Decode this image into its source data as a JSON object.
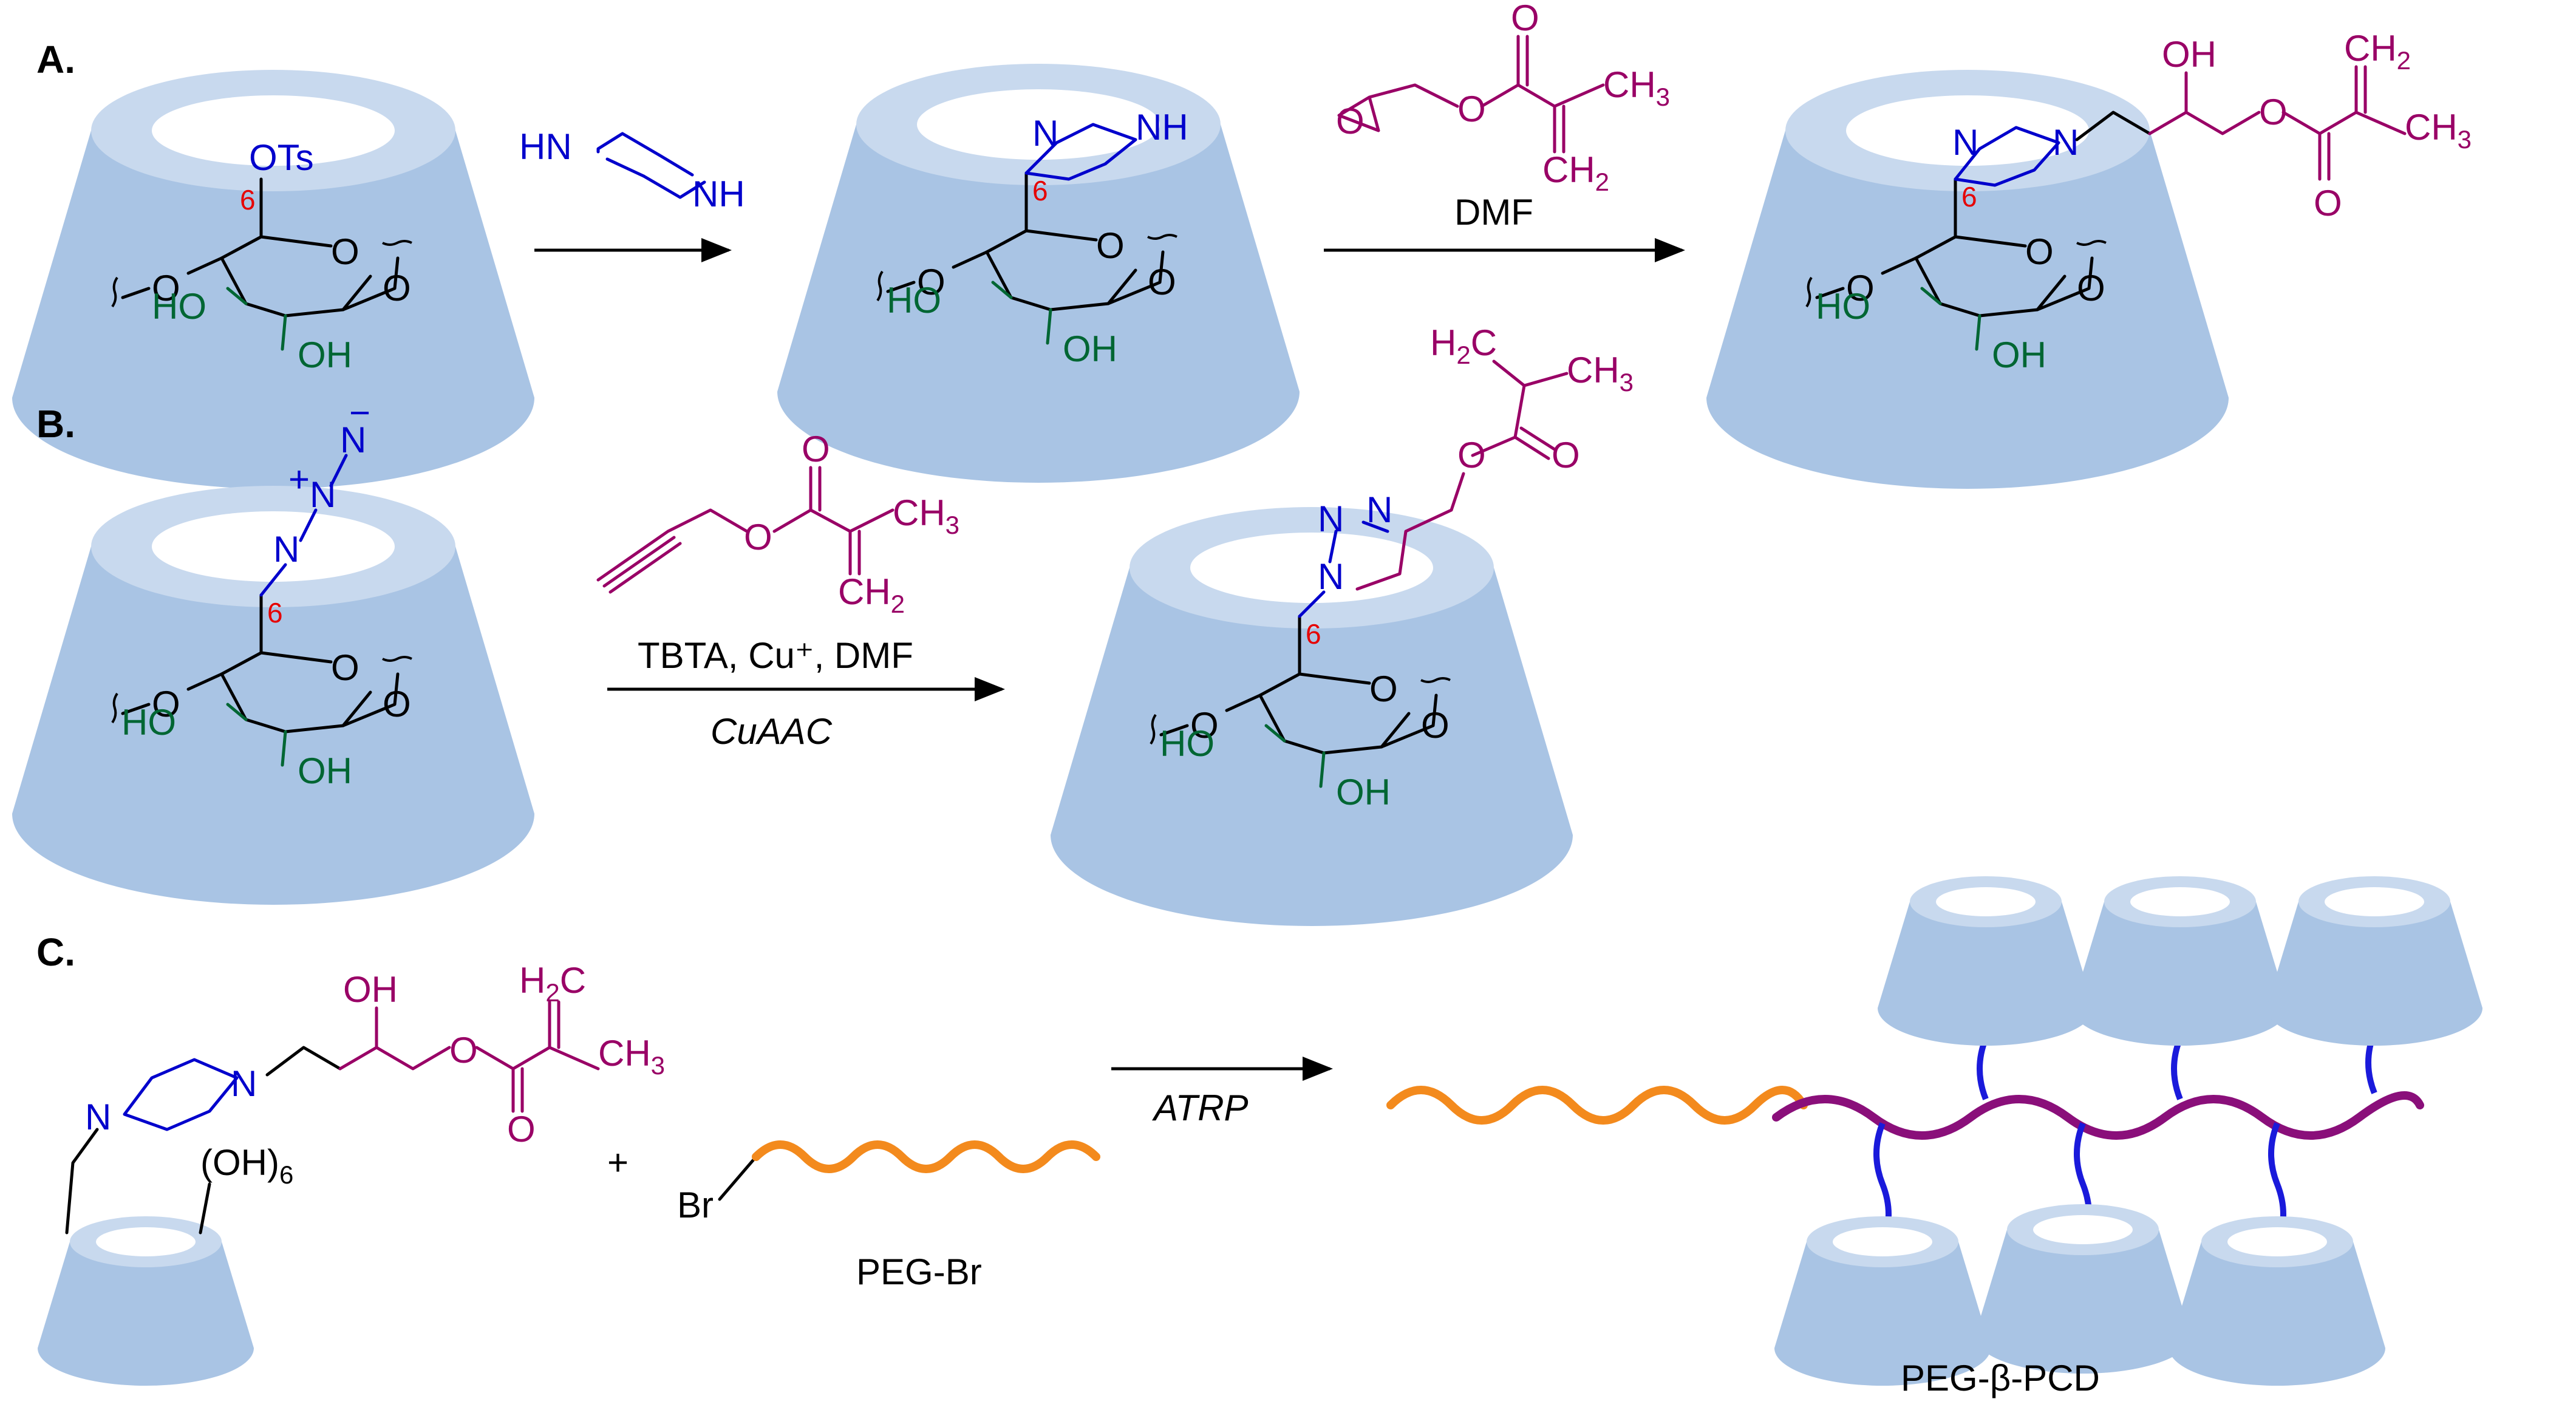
{
  "sections": {
    "a": "A.",
    "b": "B.",
    "c": "C."
  },
  "labels": {
    "ots": "OTs",
    "ho": "HO",
    "oh": "OH",
    "o": "O",
    "n": "N",
    "nh": "NH",
    "hn": "HN",
    "pos6": "6",
    "ch3": "CH",
    "ch2": "CH",
    "h2c": "H",
    "sub2": "2",
    "sub3": "3",
    "plus": "+",
    "minus": "−",
    "oh6": "(OH)",
    "sub6": "6",
    "br": "Br",
    "plus_sign": "+"
  },
  "conditions": {
    "dmf": "DMF",
    "cuaac_reagents": "TBTA, Cu⁺, DMF",
    "cuaac": "CuAAC",
    "atrp": "ATRP"
  },
  "products": {
    "peg_br": "PEG-Br",
    "peg_pcd": "PEG-β-PCD"
  },
  "colors": {
    "cd_body": "#a9c4e4",
    "cd_rim": "#c8d9ee",
    "cd_cavity": "#ffffff",
    "blue": "#0000cc",
    "green": "#006633",
    "purple": "#990066",
    "red": "#e60000",
    "orange": "#f38a1d",
    "linker_blue": "#1a1adb"
  }
}
